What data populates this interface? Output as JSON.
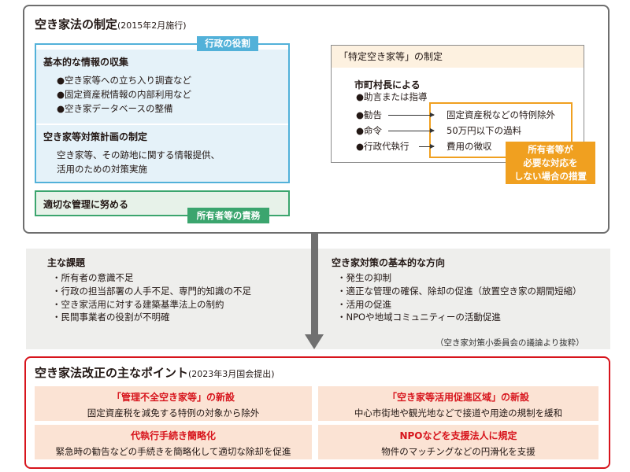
{
  "top": {
    "title": "空き家法の制定",
    "title_date": "(2015年2月施行)",
    "admin_tag": "行政の役割",
    "info_heading": "基本的な情報の収集",
    "info_items": [
      "●空き家等への立ち入り調査など",
      "●固定資産税情報の内部利用など",
      "●空き家データベースの整備"
    ],
    "plan_heading": "空き家等対策計画の制定",
    "plan_lines": [
      "空き家等、その跡地に関する情報提供、",
      "活用のための対策実施"
    ],
    "owner_text": "適切な管理に努める",
    "owner_tag": "所有者等の責務",
    "special_title": "「特定空き家等」の制定",
    "city_heading": "市町村長による",
    "advice": "●助言または指導",
    "actions": [
      "●勧告",
      "●命令",
      "●行政代執行"
    ],
    "measures": [
      "固定資産税などの特例除外",
      "50万円以下の過料",
      "費用の徴収"
    ],
    "orange_tag": [
      "所有者等が",
      "必要な対応を",
      "しない場合の措置"
    ]
  },
  "middle": {
    "issues_heading": "主な課題",
    "issues": [
      "・所有者の意識不足",
      "・行政の担当部署の人手不足、専門的知識の不足",
      "・空き家活用に対する建築基準法上の制約",
      "・民間事業者の役割が不明確"
    ],
    "policy_heading": "空き家対策の基本的な方向",
    "policies": [
      "・発生の抑制",
      "・適正な管理の確保、除却の促進（放置空き家の期間短縮）",
      "・活用の促進",
      "・NPOや地域コミュニティーの活動促進"
    ],
    "source": "（空き家対策小委員会の議論より抜粋）"
  },
  "bottom": {
    "title": "空き家法改正の主なポイント",
    "title_date": "(2023年3月国会提出)",
    "points": [
      {
        "title": "「管理不全空き家等」の新設",
        "desc": "固定資産税を減免する特例の対象から除外"
      },
      {
        "title": "「空き家等活用促進区域」の新設",
        "desc": "中心市街地や観光地などで接道や用途の規制を緩和"
      },
      {
        "title": "代執行手続き簡略化",
        "desc": "緊急時の勧告などの手続きを簡略化して適切な除却を促進"
      },
      {
        "title": "NPOなどを支援法人に規定",
        "desc": "物件のマッチングなどの円滑化を支援"
      }
    ]
  },
  "colors": {
    "admin_blue": "#52b1d9",
    "owner_green": "#3ba56e",
    "measure_orange": "#f0a020",
    "bottom_red": "#d7141c",
    "point_bg": "#fbe3d4",
    "mid_bg": "#eeeeec"
  }
}
